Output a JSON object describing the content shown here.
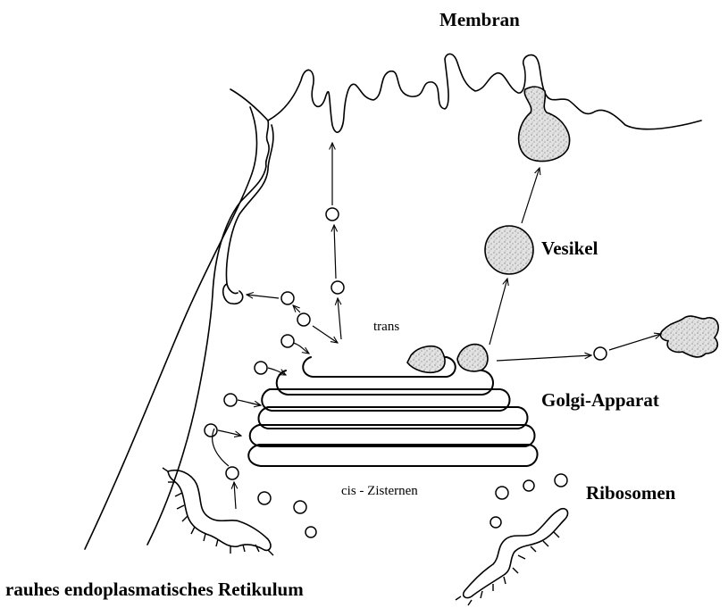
{
  "labels": {
    "membrane": "Membran",
    "vesicle": "Vesikel",
    "trans": "trans",
    "golgi": "Golgi-Apparat",
    "cis": "cis - Zisternen",
    "ribosomes": "Ribosomen",
    "rer": "rauhes endoplasmatisches Retikulum"
  },
  "colors": {
    "ink": "#000000",
    "background": "#ffffff"
  }
}
